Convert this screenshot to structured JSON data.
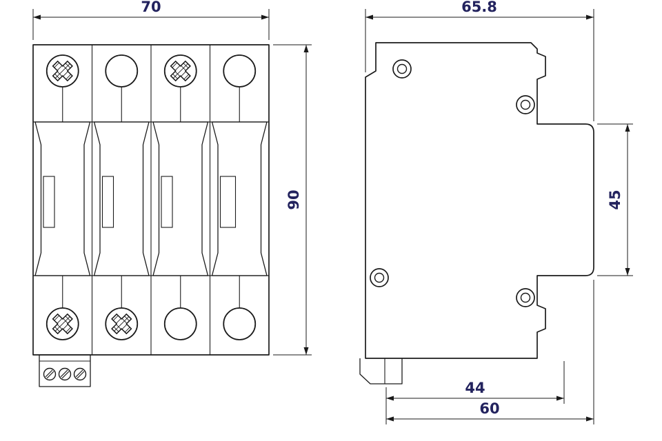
{
  "drawing": {
    "type": "technical-dimension-drawing",
    "subject": "4-pole DIN-rail surge protection device, front and side views",
    "front_view": {
      "dim_width": "70",
      "dim_height": "90"
    },
    "side_view": {
      "dim_depth": "65.8",
      "dim_front_face_height": "45",
      "dim_rail_to_front": "44",
      "dim_base_depth": "60"
    },
    "colors": {
      "line": "#1a1a1a",
      "dimension_text": "#23235e",
      "background": "#ffffff"
    }
  }
}
